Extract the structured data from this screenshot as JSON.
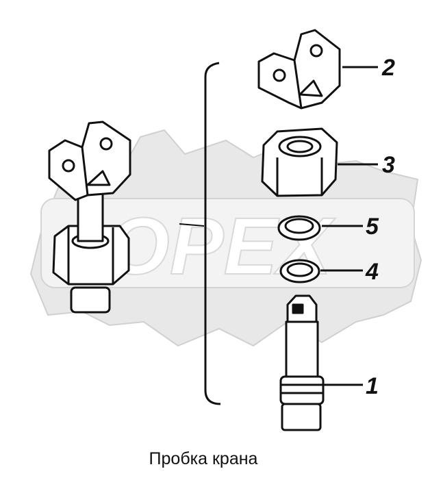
{
  "diagram": {
    "caption": "Пробка крана",
    "watermark": "OPEX",
    "callouts": [
      "2",
      "3",
      "5",
      "4",
      "1"
    ]
  },
  "colors": {
    "line": "#111111",
    "watermark": "#d9d9d9",
    "background": "#ffffff"
  }
}
